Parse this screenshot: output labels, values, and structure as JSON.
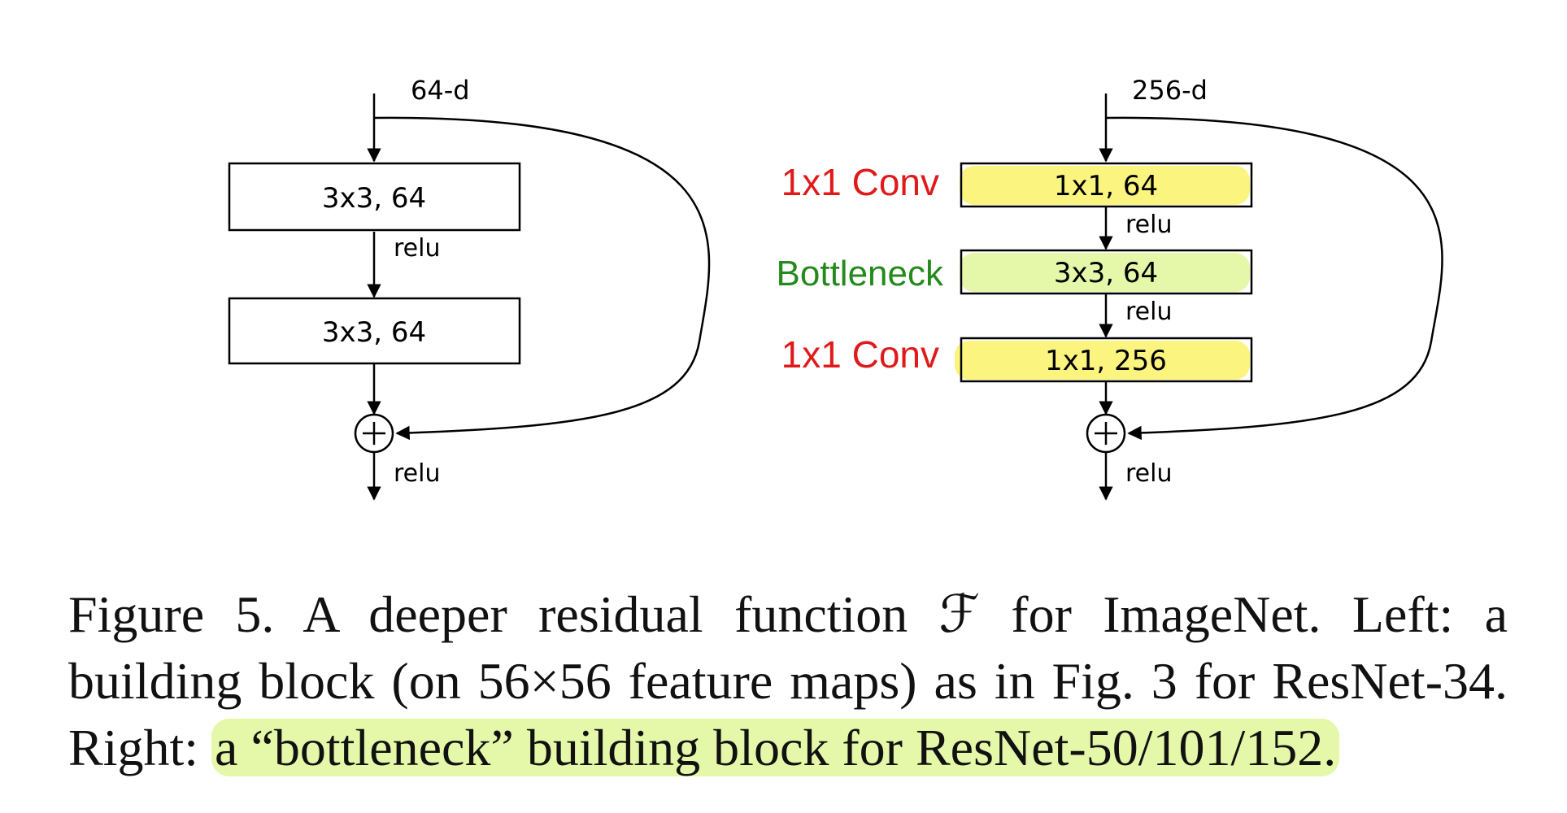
{
  "left_block": {
    "input_dim": "64-d",
    "layers": [
      "3x3, 64",
      "3x3, 64"
    ],
    "relu_mid": "relu",
    "relu_out": "relu"
  },
  "right_block": {
    "input_dim": "256-d",
    "layers": [
      "1x1, 64",
      "3x3, 64",
      "1x1, 256"
    ],
    "side_labels": [
      "1x1 Conv",
      "Bottleneck",
      "1x1 Conv"
    ],
    "relu_1": "relu",
    "relu_2": "relu",
    "relu_out": "relu"
  },
  "colors": {
    "conv_fill": "#fbf47e",
    "bottleneck_fill": "#e5f7a8",
    "conv_label": "#e01a1a",
    "bottleneck_label": "#248a1c",
    "highlight": "#e5f7a8"
  },
  "caption": {
    "lead": "Figure 5. A deeper residual function ℱ for ImageNet.  Left: a building block (on 56×56 feature maps) as in Fig. 3 for ResNet-34. Right: ",
    "highlighted": "a “bottleneck” building block for ResNet-50/101/152."
  }
}
